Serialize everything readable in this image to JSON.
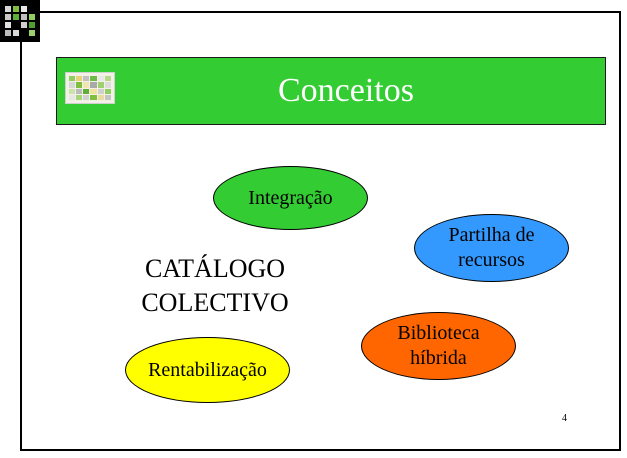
{
  "slide": {
    "title": "Conceitos",
    "central_text_line1": "CATÁLOGO",
    "central_text_line2": "COLECTIVO",
    "page_number": "4"
  },
  "concepts": {
    "integracao": "Integração",
    "partilha_line1": "Partilha de",
    "partilha_line2": "recursos",
    "biblioteca_line1": "Biblioteca",
    "biblioteca_line2": "híbrida",
    "rentabilizacao": "Rentabilização"
  },
  "colors": {
    "title_bar": "#33cc33",
    "integracao": "#33cc33",
    "partilha": "#3399ff",
    "biblioteca": "#ff6600",
    "rentabilizacao": "#ffff00"
  },
  "icons": {
    "corner_logo": "mosaic-logo-icon",
    "title_logo": "mosaic-title-icon"
  }
}
